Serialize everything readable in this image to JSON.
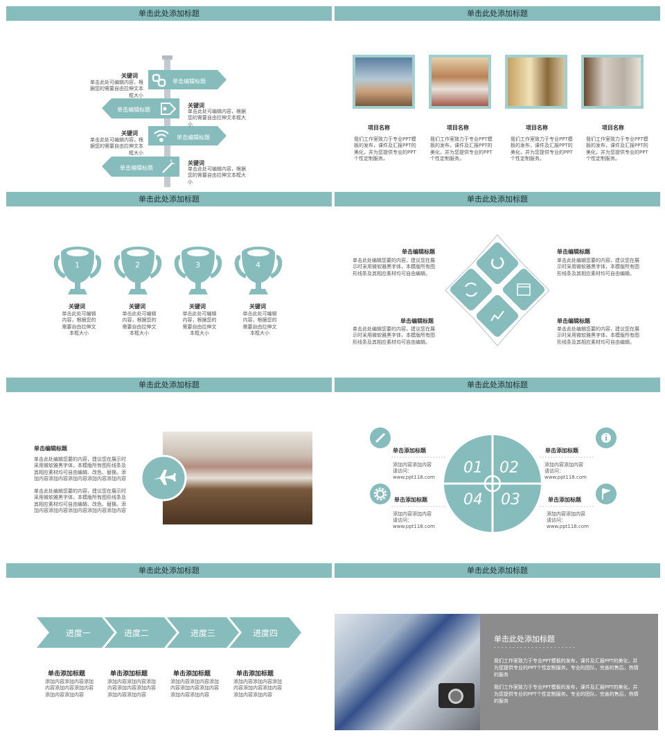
{
  "colors": {
    "accent": "#86bcbc",
    "bar_text": "#1f2e2e",
    "gray_panel": "#8c8c8c"
  },
  "slides": [
    {
      "title": "单击此处添加标题",
      "signs": [
        {
          "label": "单击编辑标题",
          "icon": "link-icon",
          "kw": "关键词",
          "desc": "单击此处可编辑内容，根据您的需要自由拉伸文本框大小"
        },
        {
          "label": "单击编辑标题",
          "icon": "tag-icon",
          "kw": "关键词",
          "desc": "单击此处可编辑内容，根据您的需要自由拉伸文本框大小"
        },
        {
          "label": "单击编辑标题",
          "icon": "wifi-icon",
          "kw": "关键词",
          "desc": "单击此处可编辑内容，根据您的需要自由拉伸文本框大小"
        },
        {
          "label": "单击编辑标题",
          "icon": "magic-wand-icon",
          "kw": "关键词",
          "desc": "单击此处可编辑内容，根据您的需要自由拉伸文本框大小"
        }
      ]
    },
    {
      "title": "单击此处添加标题",
      "items": [
        {
          "name": "项目名称",
          "desc": "我们工作室致力于专业PPT模板的发布，课件及汇报PPT的美化，并为您提供专业的PPT个性定制服务。"
        },
        {
          "name": "项目名称",
          "desc": "我们工作室致力于专业PPT模板的发布，课件及汇报PPT的美化，并为您提供专业的PPT个性定制服务。"
        },
        {
          "name": "项目名称",
          "desc": "我们工作室致力于专业PPT模板的发布，课件及汇报PPT的美化，并为您提供专业的PPT个性定制服务。"
        },
        {
          "name": "项目名称",
          "desc": "我们工作室致力于专业PPT模板的发布，课件及汇报PPT的美化，并为您提供专业的PPT个性定制服务。"
        }
      ]
    },
    {
      "title": "单击此处添加标题",
      "trophies": [
        {
          "num": "1",
          "kw": "关键词",
          "desc": "单击此处可编辑内容，根据您的需要自由拉伸文本框大小"
        },
        {
          "num": "2",
          "kw": "关键词",
          "desc": "单击此处可编辑内容，根据您的需要自由拉伸文本框大小"
        },
        {
          "num": "3",
          "kw": "关键词",
          "desc": "单击此处可编辑内容，根据您的需要自由拉伸文本框大小"
        },
        {
          "num": "4",
          "kw": "关键词",
          "desc": "单击此处可编辑内容，根据您的需要自由拉伸文本框大小"
        }
      ]
    },
    {
      "title": "单击此处添加标题",
      "blocks": [
        {
          "heading": "单击编辑标题",
          "desc": "单击此处编辑您要的内容，建议您在展示时采用微软雅黑字体，本模版所有图形线条及其相应素材均可自由编辑。"
        },
        {
          "heading": "单击编辑标题",
          "desc": "单击此处编辑您要的内容，建议您在展示时采用微软雅黑字体，本模版所有图形线条及其相应素材均可自由编辑。"
        },
        {
          "heading": "单击编辑标题",
          "desc": "单击此处编辑您要的内容，建议您在展示时采用微软雅黑字体，本模版所有图形线条及其相应素材均可自由编辑。"
        },
        {
          "heading": "单击编辑标题",
          "desc": "单击此处编辑您要的内容，建议您在展示时采用微软雅黑字体，本模版所有图形线条及其相应素材均可自由编辑。"
        }
      ]
    },
    {
      "title": "单击此处添加标题",
      "heading": "单击编辑标题",
      "para1": "单击此处编辑您要的内容，建议您在展示时采用微软雅黑字体，本模版所有图形线条及其相应素材均可自由编辑、改色、替换。添加内容添加内容添加内容添加内容添加内容",
      "para2": "单击此处编辑您要的内容，建议您在展示时采用微软雅黑字体，本模版所有图形线条及其相应素材均可自由编辑、改色、替换。添加内容添加内容添加内容添加内容添加内容"
    },
    {
      "title": "单击此处添加标题",
      "quadrants": [
        "01",
        "02",
        "04",
        "03"
      ],
      "items": [
        {
          "heading": "单击添加标题",
          "line1": "添加内容添加内容",
          "line2": "请访问：",
          "line3": "www.ppt118.com"
        },
        {
          "heading": "单击添加标题",
          "line1": "添加内容添加内容",
          "line2": "请访问：",
          "line3": "www.ppt118.com"
        },
        {
          "heading": "单击添加标题",
          "line1": "添加内容添加内容",
          "line2": "请访问：",
          "line3": "www.ppt118.com"
        },
        {
          "heading": "单击添加标题",
          "line1": "添加内容添加内容",
          "line2": "请访问：",
          "line3": "www.ppt118.com"
        }
      ]
    },
    {
      "title": "单击此处添加标题",
      "steps": [
        "进度一",
        "进度二",
        "进度三",
        "进度四"
      ],
      "items": [
        {
          "heading": "单击添加标题",
          "desc": "添加内容添加内容添加内容添加内容添加内容添加内容添加内容"
        },
        {
          "heading": "单击添加标题",
          "desc": "添加内容添加内容添加内容添加内容添加内容添加内容添加内容"
        },
        {
          "heading": "单击添加标题",
          "desc": "添加内容添加内容添加内容添加内容添加内容添加内容添加内容"
        },
        {
          "heading": "单击添加标题",
          "desc": "添加内容添加内容添加内容添加内容添加内容添加内容添加内容"
        }
      ]
    },
    {
      "title": "单击此处添加标题",
      "panel_title": "单击此处添加标题",
      "panel_rule": "- - - - - - - - - - - - - - - - - - - - - -",
      "para1": "我们工作室致力于专业PPT模板的发布，课件及汇报PPT的美化，并为您提供专业的PPT个性定制服务。专业的团队，完善的售后，热情的服务",
      "para2": "我们工作室致力于专业PPT模板的发布，课件及汇报PPT的美化，并为您提供专业的PPT个性定制服务。专业的团队，完善的售后，热情的服务"
    }
  ]
}
